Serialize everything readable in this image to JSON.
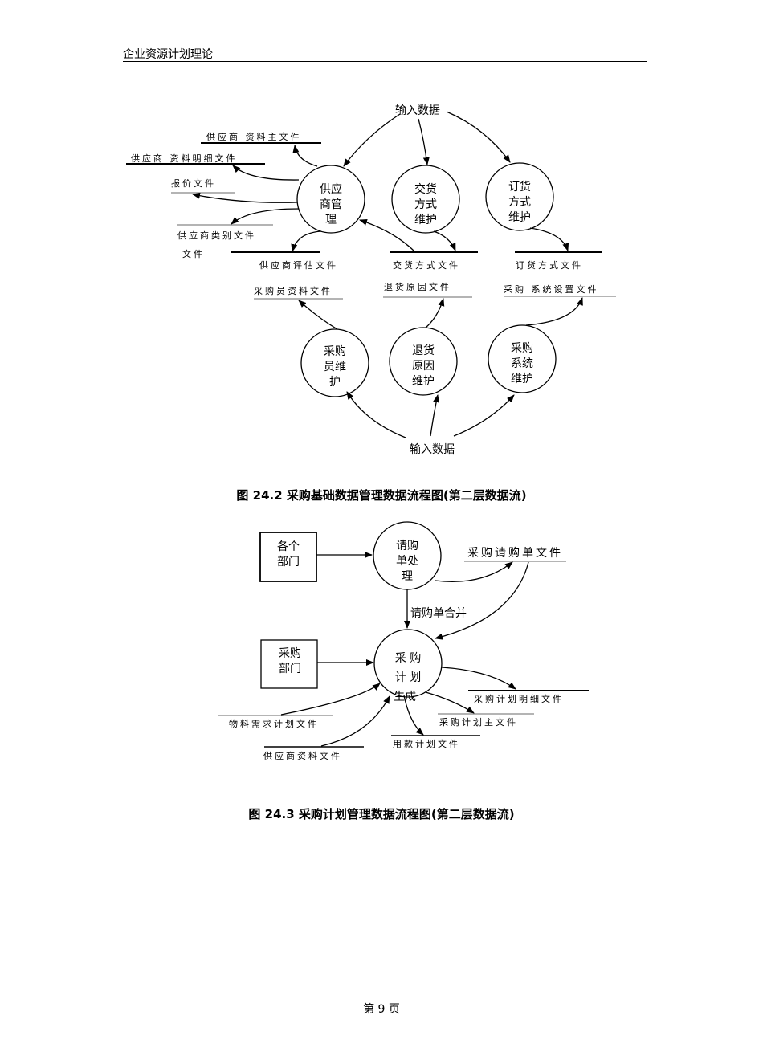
{
  "header": {
    "title": "企业资源计划理论"
  },
  "figure1": {
    "caption": "图 24.2 采购基础数据管理数据流程图(第二层数据流)",
    "input_top": "输入数据",
    "input_bottom": "输入数据",
    "processes": [
      {
        "lines": [
          "供应",
          "商管",
          "理"
        ]
      },
      {
        "lines": [
          "交货",
          "方式",
          "维护"
        ]
      },
      {
        "lines": [
          "订货",
          "方式",
          "维护"
        ]
      },
      {
        "lines": [
          "采购",
          "员维",
          "护"
        ]
      },
      {
        "lines": [
          "退货",
          "原因",
          "维护"
        ]
      },
      {
        "lines": [
          "采购",
          "系统",
          "维护"
        ]
      }
    ],
    "stores": [
      "供应商 资料主文件",
      "供应商 资料明细文件",
      "报价文件",
      "供应商类别文件",
      "文件",
      "供应商评估文件",
      "交货方式文件",
      "订货方式文件",
      "采购员资料文件",
      "退货原因文件",
      "采购 系统设置文件"
    ]
  },
  "figure2": {
    "caption": "图 24.3 采购计划管理数据流程图(第二层数据流)",
    "entities": [
      {
        "lines": [
          "各个",
          "部门"
        ]
      },
      {
        "lines": [
          "采购",
          "部门"
        ]
      }
    ],
    "processes": [
      {
        "lines": [
          "请购",
          "单处",
          "理"
        ]
      },
      {
        "lines": [
          "采 购",
          "计 划",
          "生成"
        ]
      }
    ],
    "flow_label": "请购单合并",
    "stores": [
      "采购请购单文件",
      "采购计划明细文件",
      "采购计划主文件",
      "用款计划文件",
      "物料需求计划文件",
      "供应商资料文件"
    ]
  },
  "footer": {
    "page": "第 9 页"
  }
}
